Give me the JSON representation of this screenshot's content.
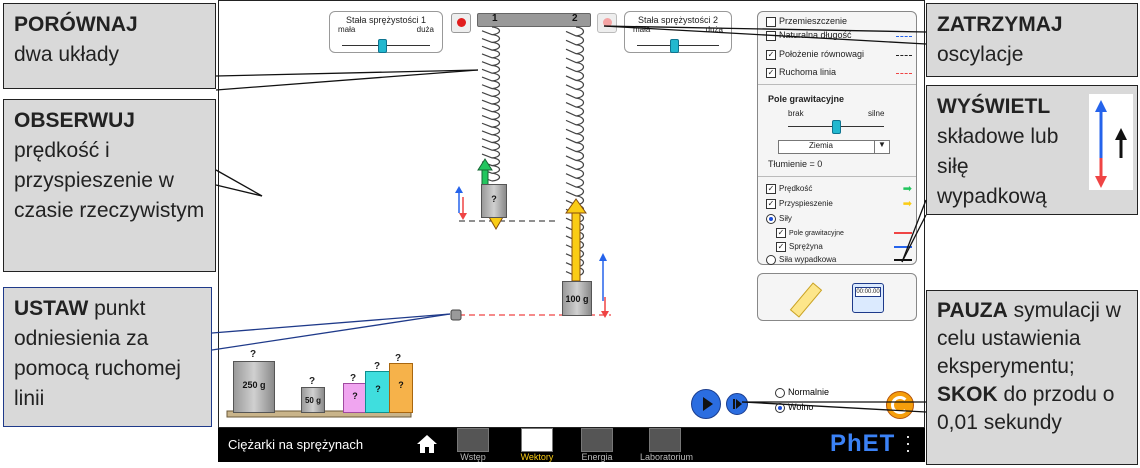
{
  "callouts": {
    "compare": {
      "bold": "PORÓWNAJ",
      "text": "dwa układy"
    },
    "observe": {
      "bold": "OBSERWUJ",
      "text": "prędkość i przyspieszenie w czasie rzeczywistym"
    },
    "set": {
      "bold": "USTAW",
      "text": "punkt odniesienia za pomocą ruchomej linii"
    },
    "stop": {
      "bold": "ZATRZYMAJ",
      "text": "oscylacje"
    },
    "show": {
      "bold": "WYŚWIETL",
      "text": "składowe lub siłę wypadkową"
    },
    "pause": {
      "bold1": "PAUZA",
      "text1": "symulacji w celu ustawienia eksperymentu;",
      "bold2": "SKOK",
      "text2": "do przodu o 0,01 sekundy"
    }
  },
  "spring_constant_1": {
    "title": "Stała sprężystości 1",
    "min": "mała",
    "max": "duża",
    "level": 0.45
  },
  "spring_constant_2": {
    "title": "Stała sprężystości 2",
    "min": "mała",
    "max": "duża",
    "level": 0.45
  },
  "spring_labels": {
    "left": "1",
    "right": "2"
  },
  "panel": {
    "displacement": "Przemieszczenie",
    "natural_length": "Naturalna długość",
    "equilibrium": "Położenie równowagi",
    "movable_line": "Ruchoma linia",
    "gravity_title": "Pole grawitacyjne",
    "gravity_min": "brak",
    "gravity_max": "silne",
    "gravity_level": 0.5,
    "planet": "Ziemia",
    "damping": "Tłumienie = 0",
    "velocity": "Prędkość",
    "acceleration": "Przyspieszenie",
    "forces": "Siły",
    "gravity_force": "Pole grawitacyjne",
    "spring_force": "Sprężyna",
    "net_force": "Siła wypadkowa"
  },
  "timer": {
    "value": "00:00.00"
  },
  "masses": {
    "m250": "250 g",
    "m50": "50 g",
    "m100": "100 g",
    "unknown": "?"
  },
  "speed": {
    "normal": "Normalnie",
    "slow": "Wolno"
  },
  "navbar": {
    "title": "Ciężarki na sprężynach",
    "tabs": [
      "Wstęp",
      "Wektory",
      "Energia",
      "Laboratorium"
    ],
    "brand": "PhET"
  },
  "colors": {
    "velocity": "#22c55e",
    "acceleration": "#facc15",
    "gravity": "#ef4444",
    "spring": "#2563eb",
    "accent": "#f59e0b"
  }
}
